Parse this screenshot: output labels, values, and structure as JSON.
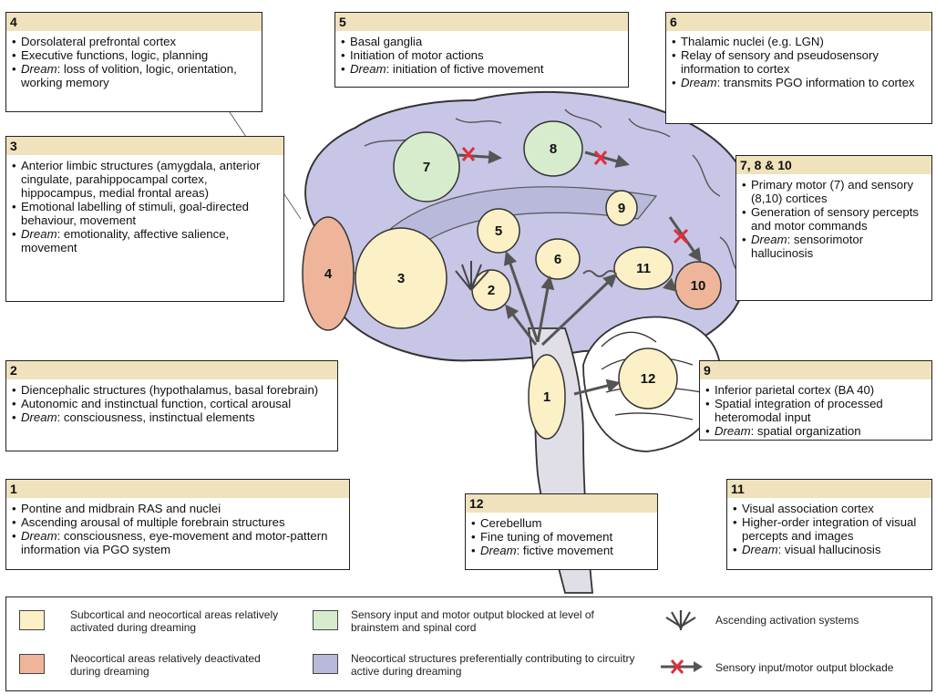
{
  "boxes": {
    "b4": {
      "title": "4",
      "items": [
        {
          "text": "Dorsolateral prefrontal cortex"
        },
        {
          "text": "Executive functions, logic, planning"
        },
        {
          "prefix": "Dream",
          "text": ": loss of volition, logic, orientation, working memory"
        }
      ]
    },
    "b5": {
      "title": "5",
      "items": [
        {
          "text": "Basal ganglia"
        },
        {
          "text": "Initiation of motor actions"
        },
        {
          "prefix": "Dream",
          "text": ": initiation of fictive movement"
        }
      ]
    },
    "b6": {
      "title": "6",
      "items": [
        {
          "text": "Thalamic nuclei (e.g. LGN)"
        },
        {
          "text": "Relay of sensory and pseudosensory information to cortex"
        },
        {
          "prefix": "Dream",
          "text": ": transmits PGO information to cortex"
        }
      ]
    },
    "b3": {
      "title": "3",
      "items": [
        {
          "text": "Anterior limbic structures (amygdala, anterior cingulate, parahippocampal cortex, hippocampus, medial frontal areas)"
        },
        {
          "text": "Emotional labelling of stimuli, goal-directed behaviour, movement"
        },
        {
          "prefix": "Dream",
          "text": ": emotionality, affective salience, movement"
        }
      ]
    },
    "b7810": {
      "title": "7, 8 & 10",
      "items": [
        {
          "text": "Primary motor (7) and sensory (8,10) cortices"
        },
        {
          "text": "Generation of sensory percepts and motor commands"
        },
        {
          "prefix": "Dream",
          "text": ": sensorimotor hallucinosis"
        }
      ]
    },
    "b2": {
      "title": "2",
      "items": [
        {
          "text": "Diencephalic structures (hypothalamus, basal forebrain)"
        },
        {
          "text": "Autonomic and instinctual function, cortical arousal"
        },
        {
          "prefix": "Dream",
          "text": ": consciousness, instinctual elements"
        }
      ]
    },
    "b9": {
      "title": "9",
      "items": [
        {
          "text": "Inferior parietal cortex (BA 40)"
        },
        {
          "text": "Spatial integration of processed heteromodal input"
        },
        {
          "prefix": "Dream",
          "text": ": spatial organization"
        }
      ]
    },
    "b1": {
      "title": "1",
      "items": [
        {
          "text": "Pontine and midbrain RAS and nuclei"
        },
        {
          "text": "Ascending arousal of multiple forebrain structures"
        },
        {
          "prefix": "Dream",
          "text": ": consciousness, eye-movement and motor-pattern information via PGO system"
        }
      ]
    },
    "b12": {
      "title": "12",
      "items": [
        {
          "text": "Cerebellum"
        },
        {
          "text": "Fine tuning of movement"
        },
        {
          "prefix": "Dream",
          "text": ": fictive movement"
        }
      ]
    },
    "b11": {
      "title": "11",
      "items": [
        {
          "text": "Visual association cortex"
        },
        {
          "text": "Higher-order integration of visual percepts and images"
        },
        {
          "prefix": "Dream",
          "text": ": visual hallucinosis"
        }
      ]
    }
  },
  "region_labels": {
    "r1": "1",
    "r2": "2",
    "r3": "3",
    "r4": "4",
    "r5": "5",
    "r6": "6",
    "r7": "7",
    "r8": "8",
    "r9": "9",
    "r10": "10",
    "r11": "11",
    "r12": "12"
  },
  "legend": {
    "activated": "Subcortical and neocortical areas relatively activated during dreaming",
    "deactivated": "Neocortical areas relatively deactivated during dreaming",
    "blocked": "Sensory input and motor output blocked at level of brainstem and spinal cord",
    "circuitry": "Neocortical structures preferentially contributing to circuitry active during dreaming",
    "ascending": "Ascending activation systems",
    "blockade": "Sensory input/motor output blockade"
  },
  "colors": {
    "activated": "#fbf0c6",
    "deactivated": "#eeb59a",
    "blocked": "#d6eccd",
    "circuitry": "#b9b9dc",
    "box_header": "#efe2bd",
    "blockade_x": "#e0303a"
  }
}
